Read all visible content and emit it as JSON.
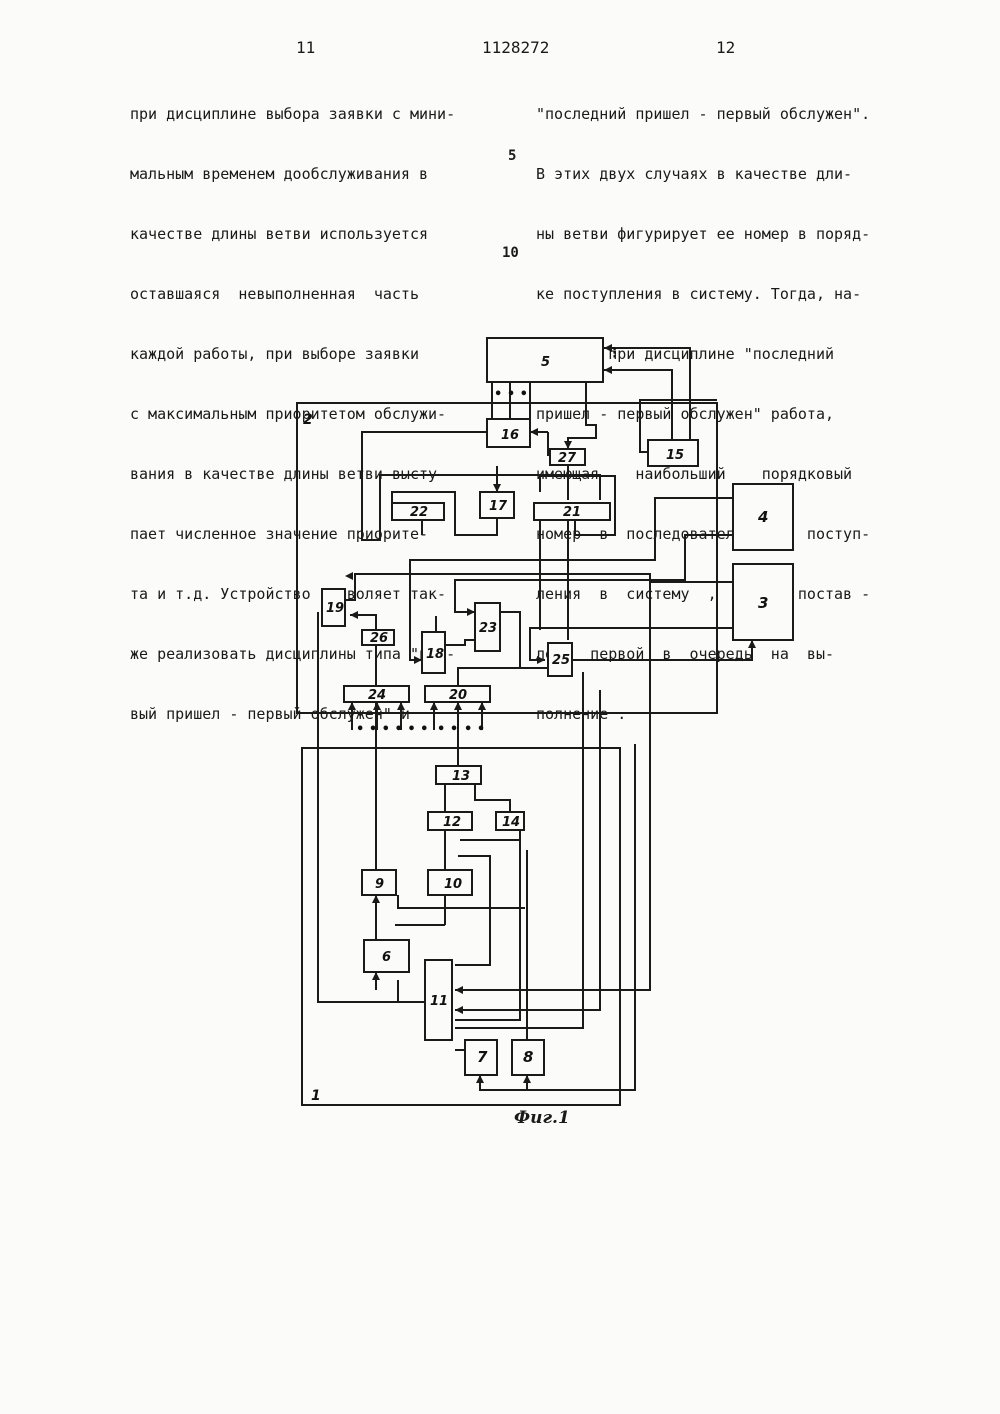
{
  "header": {
    "left_page": "11",
    "patent_no": "1128272",
    "right_page": "12"
  },
  "left_column": [
    "при дисциплине выбора заявки с мини-",
    "мальным временем дообслуживания в",
    "качестве длины ветви используется",
    "оставшаяся  невыполненная  часть",
    "каждой работы, при выборе заявки",
    "с максимальным приоритетом обслужи-",
    "вания в качестве длины ветви высту-",
    "пает численное значение приорите-",
    "та и т.д. Устройство позволяет так-",
    "же реализовать дисциплины типа \"пер-",
    "вый пришел - первый обслужен\" и"
  ],
  "right_column": [
    "\"последний пришел - первый обслужен\".",
    "В этих двух случаях в качестве дли-",
    "ны ветви фигурирует ее номер в поряд-",
    "ке поступления в систему. Тогда, на-",
    "пример, при дисциплине \"последний",
    "пришел - первый обслужен\" работа,",
    "имеющая    наибольший    порядковый",
    "номер  в  последовательности  поступ-",
    "ления  в  систему  ,  будет  постав -",
    "лена  первой  в  очередь  на  вы-",
    "полнение ."
  ],
  "line_numbers": [
    "5",
    "10"
  ],
  "figure": {
    "caption": "Фиг.1",
    "blocks": [
      "1",
      "2",
      "3",
      "4",
      "5",
      "6",
      "7",
      "8",
      "9",
      "10",
      "11",
      "12",
      "13",
      "14",
      "15",
      "16",
      "17",
      "18",
      "19",
      "20",
      "21",
      "22",
      "23",
      "24",
      "25",
      "26",
      "27"
    ]
  }
}
